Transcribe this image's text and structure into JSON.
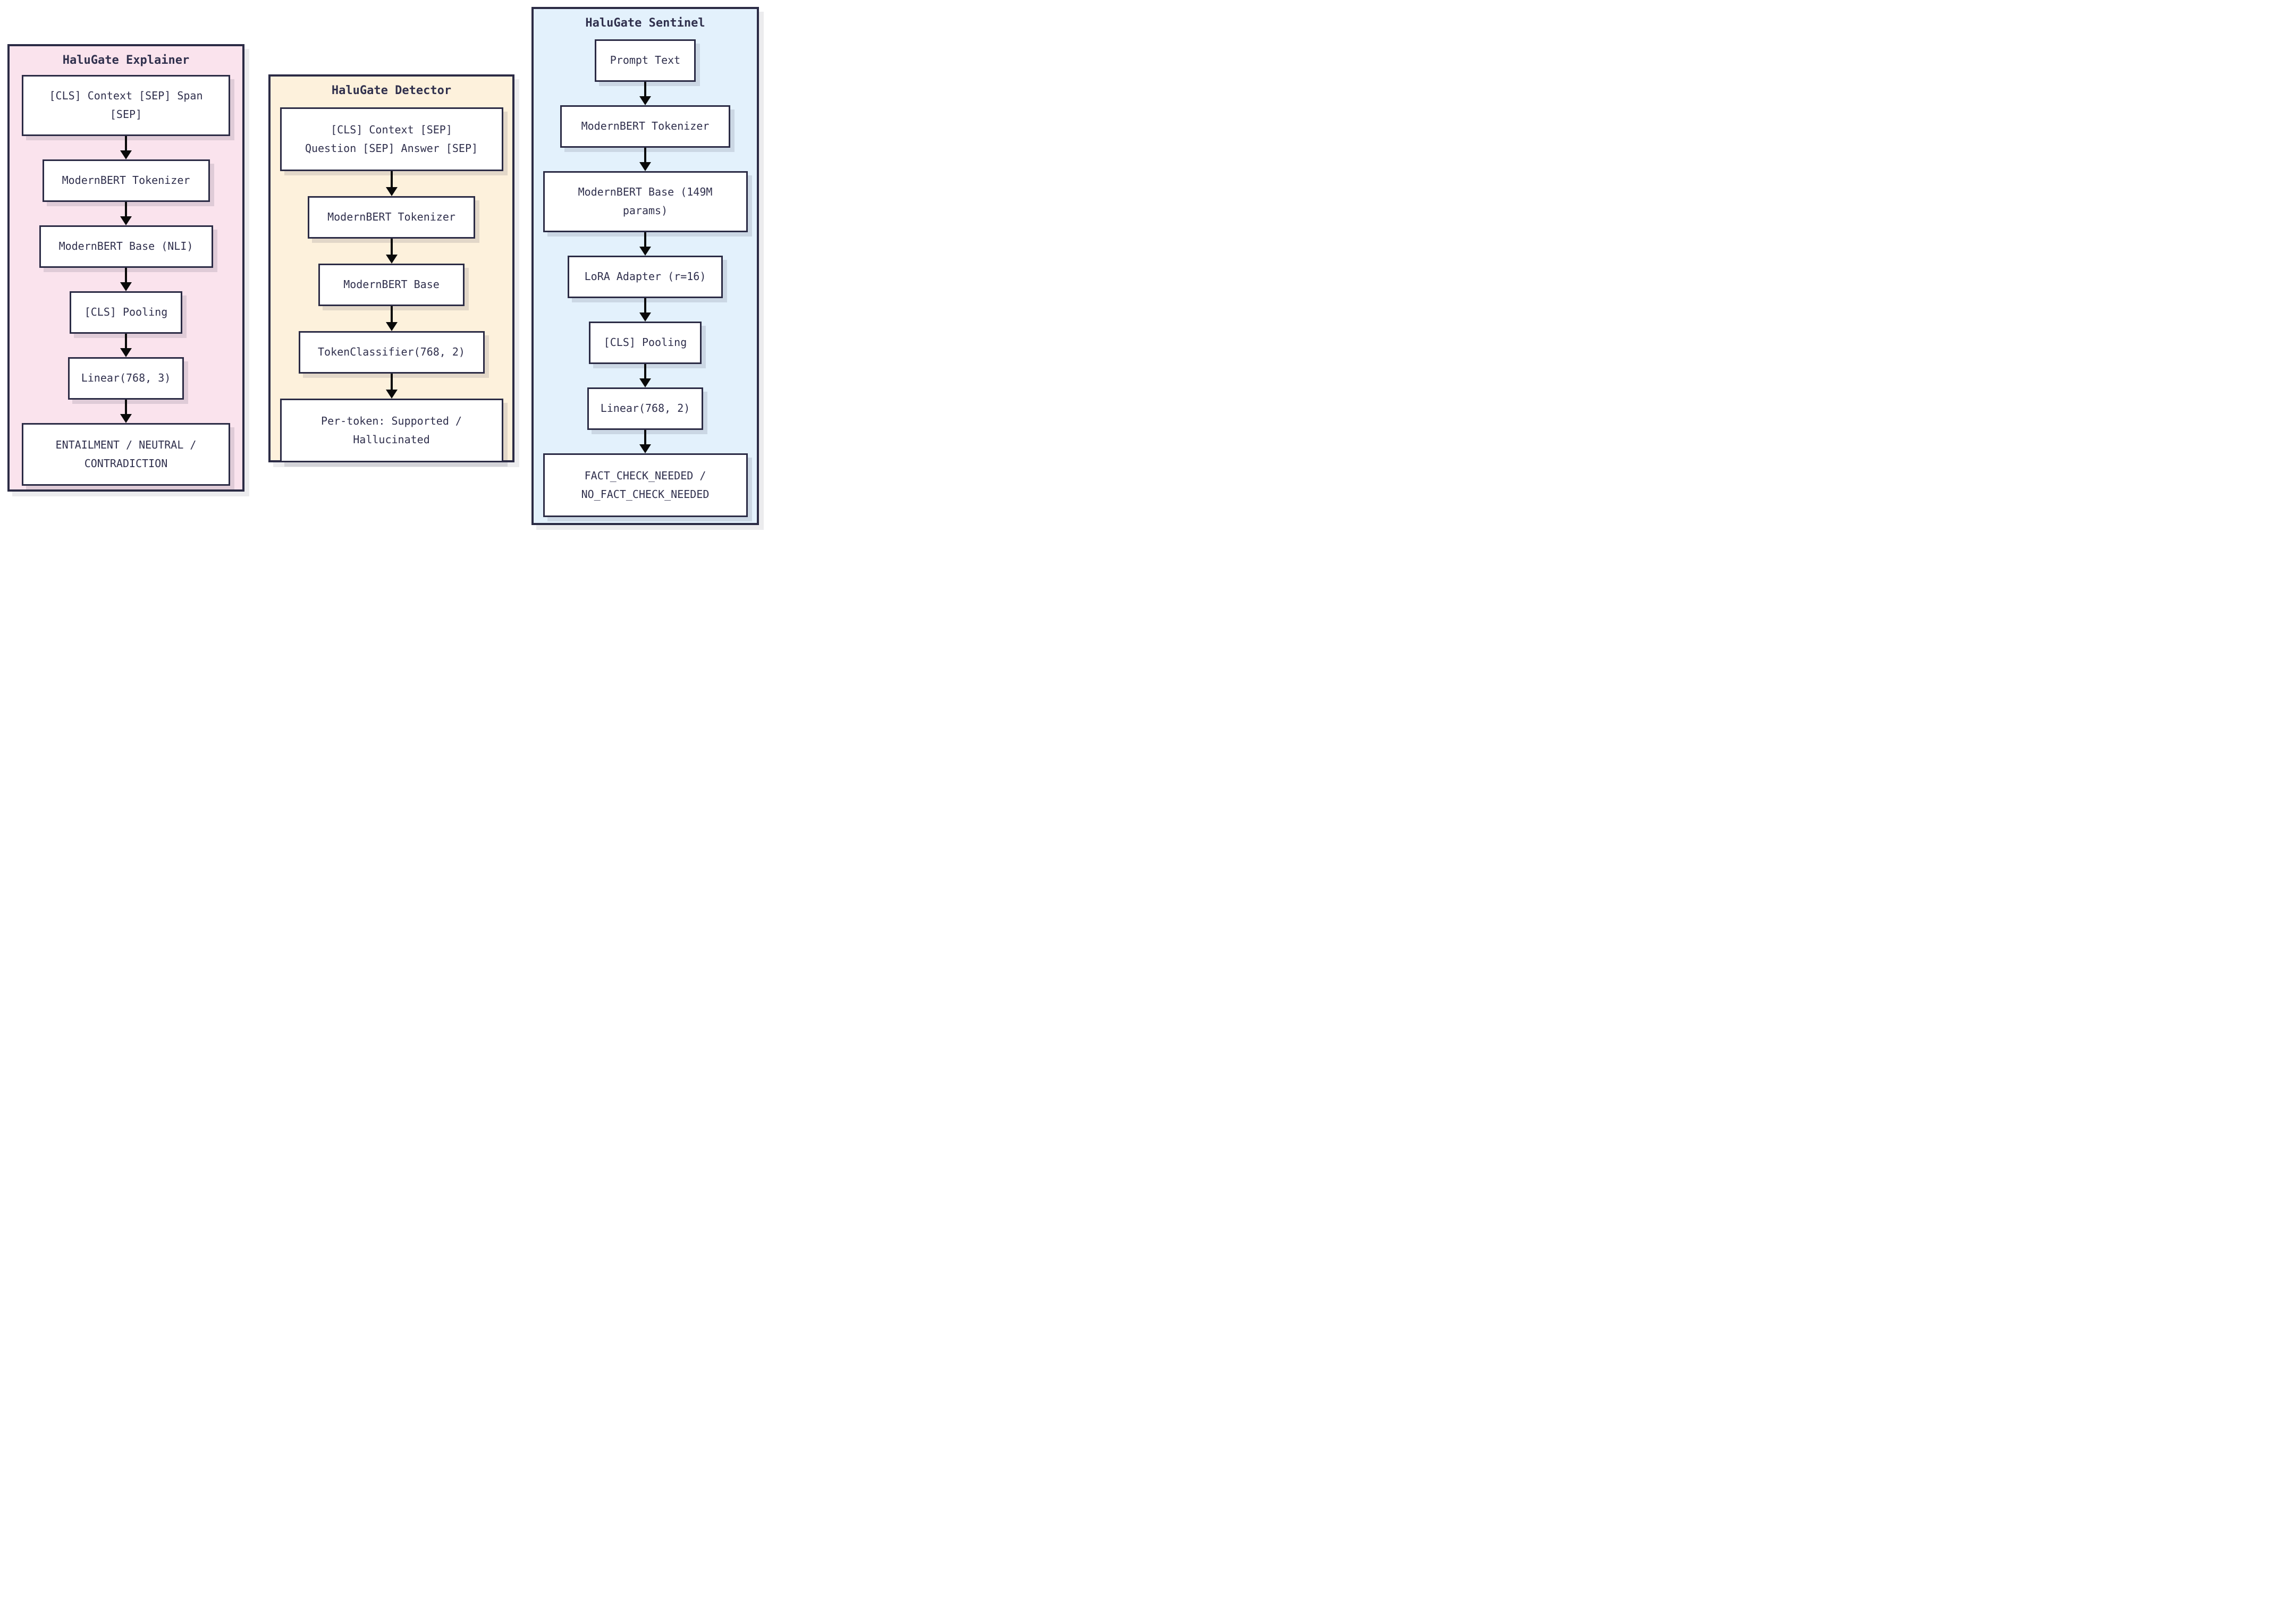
{
  "colors": {
    "page_bg": "#ffffff",
    "border_and_text": "#2b2b45",
    "text": "#30304d",
    "arrow": "#0a0a0a",
    "box_bg": "#ffffff",
    "explainer_bg": "#fae3ed",
    "detector_bg": "#fdf1dc",
    "sentinel_bg": "#e3f1fc"
  },
  "panels": [
    {
      "id": "explainer",
      "title": "HaluGate Explainer",
      "bg": "#fae3ed",
      "boxes": [
        {
          "lines": [
            "[CLS] Context [SEP] Span",
            "[SEP]"
          ]
        },
        {
          "lines": [
            "ModernBERT Tokenizer"
          ]
        },
        {
          "lines": [
            "ModernBERT Base (NLI)"
          ]
        },
        {
          "lines": [
            "[CLS] Pooling"
          ]
        },
        {
          "lines": [
            "Linear(768, 3)"
          ]
        },
        {
          "lines": [
            "ENTAILMENT / NEUTRAL /",
            "CONTRADICTION"
          ]
        }
      ]
    },
    {
      "id": "detector",
      "title": "HaluGate Detector",
      "bg": "#fdf1dc",
      "boxes": [
        {
          "lines": [
            "[CLS] Context [SEP]",
            "Question [SEP] Answer [SEP]"
          ]
        },
        {
          "lines": [
            "ModernBERT Tokenizer"
          ]
        },
        {
          "lines": [
            "ModernBERT Base"
          ]
        },
        {
          "lines": [
            "TokenClassifier(768, 2)"
          ]
        },
        {
          "lines": [
            "Per-token: Supported /",
            "Hallucinated"
          ]
        }
      ]
    },
    {
      "id": "sentinel",
      "title": "HaluGate Sentinel",
      "bg": "#e3f1fc",
      "boxes": [
        {
          "lines": [
            "Prompt Text"
          ]
        },
        {
          "lines": [
            "ModernBERT Tokenizer"
          ]
        },
        {
          "lines": [
            "ModernBERT Base (149M",
            "params)"
          ]
        },
        {
          "lines": [
            "LoRA Adapter (r=16)"
          ]
        },
        {
          "lines": [
            "[CLS] Pooling"
          ]
        },
        {
          "lines": [
            "Linear(768, 2)"
          ]
        },
        {
          "lines": [
            "FACT_CHECK_NEEDED /",
            "NO_FACT_CHECK_NEEDED"
          ]
        }
      ]
    }
  ]
}
